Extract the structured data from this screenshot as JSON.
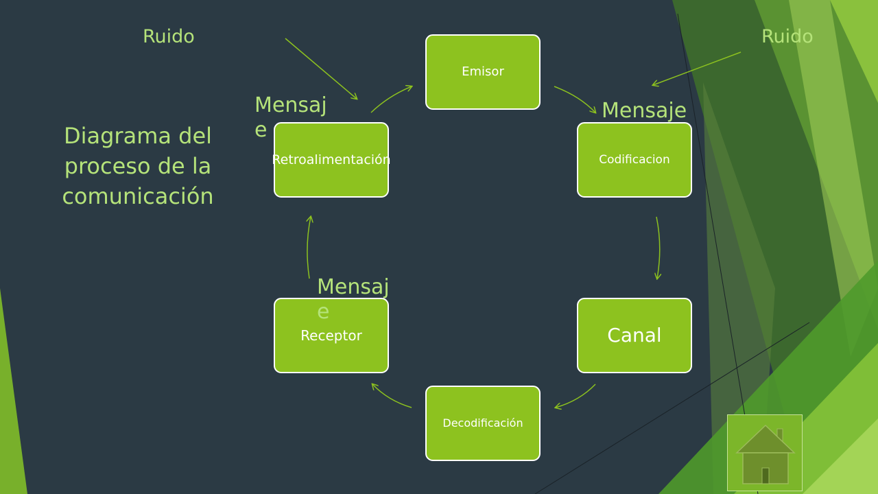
{
  "slide": {
    "title": "Diagrama del proceso de la comunicación",
    "noise_left": "Ruido",
    "noise_right": "Ruido"
  },
  "nodes": {
    "emisor": "Emisor",
    "codificacion": "Codificacion",
    "canal": "Canal",
    "decodificacion": "Decodificación",
    "receptor": "Receptor",
    "retroalimentacion": "Retroalimentación"
  },
  "message_labels": {
    "top_left": "Mensaje",
    "top_right": "Mensaje",
    "bottom_left": "Mensaje"
  },
  "nav": {
    "home_icon": "home-icon"
  },
  "colors": {
    "background": "#2b3a44",
    "node_fill": "#8dc21f",
    "label_text": "#b5e37a",
    "accent_green": "#6aa92a"
  }
}
